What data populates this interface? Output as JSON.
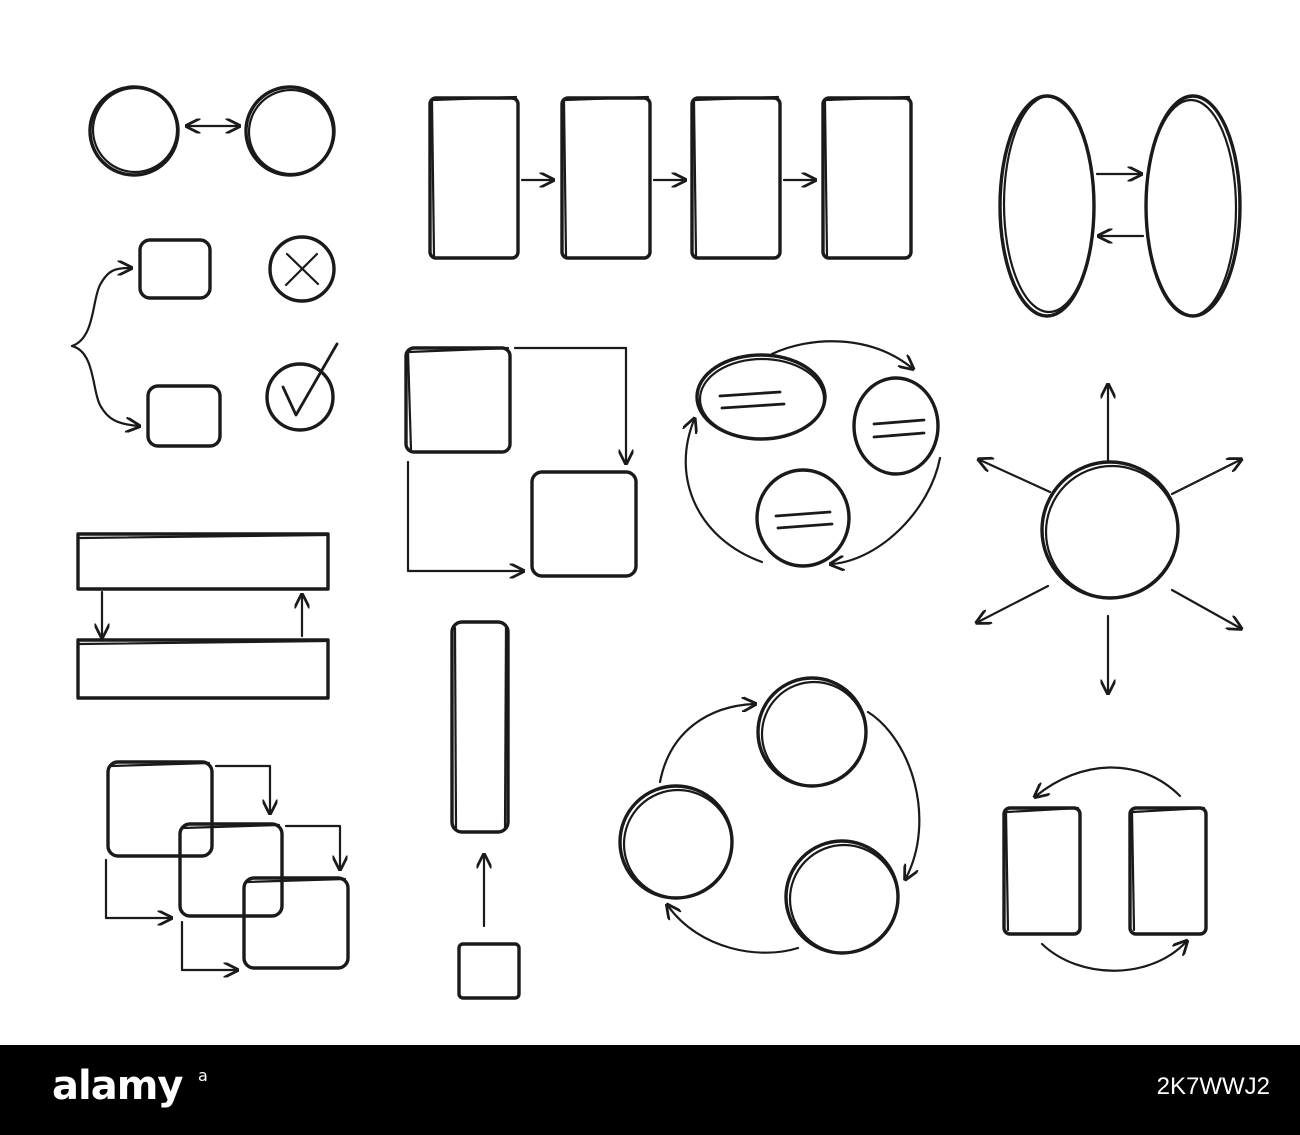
{
  "watermark": {
    "brand": "alamy",
    "brand_mark": "a",
    "image_id": "2K7WWJ2"
  },
  "colors": {
    "ink": "#1a1a1a",
    "background": "#ffffff",
    "footer_bg": "#000000",
    "footer_text": "#ffffff"
  },
  "elements": [
    "two-circles-double-arrow",
    "four-rectangle-process",
    "two-ovals-exchange",
    "branch-to-two-boxes",
    "cross-mark-icon",
    "check-mark-icon",
    "square-to-square-flow",
    "three-ellipse-cycle",
    "radial-circle-six-arrows",
    "two-bars-up-down",
    "exclamation-bar-arrow",
    "three-circle-cycle",
    "overlapping-squares-flow",
    "two-boxes-swap"
  ]
}
